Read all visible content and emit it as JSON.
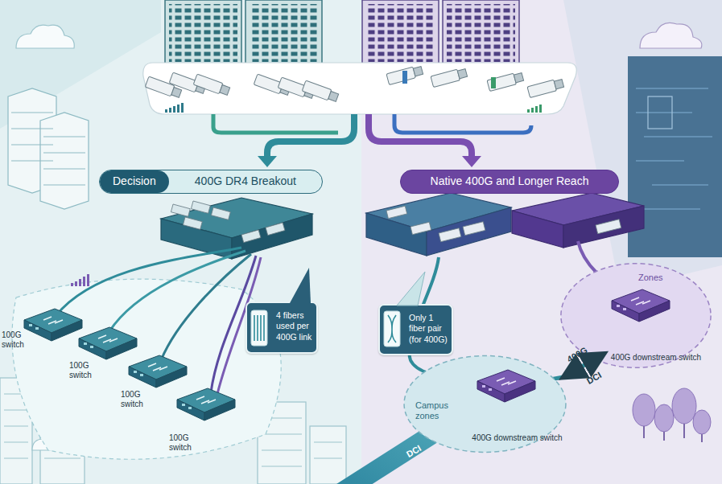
{
  "diagram": {
    "nodes": [
      {
        "text": [
          "Decision",
          "400G DR4 Breakout"
        ]
      },
      {
        "text": [
          "Native 400G and Longer Reach"
        ]
      },
      {
        "text": [
          "Zones"
        ]
      },
      {
        "text": [
          "400G downstream switch"
        ],
        "in": 2
      },
      {
        "text": [
          "100G switch"
        ]
      },
      {
        "text": [
          "100G switch"
        ]
      },
      {
        "text": [
          "100G switch"
        ]
      },
      {
        "text": [
          "100G switch"
        ]
      },
      {
        "text": [
          "4 fibers used per 400G link"
        ]
      },
      {
        "text": [
          "Only 1 fiber pair (for 400G)"
        ]
      },
      {
        "text": [
          "Campus zones"
        ]
      },
      {
        "text": [
          "400G downstream switch"
        ],
        "in": 10
      }
    ],
    "edges": [
      {
        "from": 11,
        "to": 3,
        "label": "400G",
        "arrow": "both"
      }
    ],
    "labels": [
      "DCI",
      "DCI"
    ]
  }
}
